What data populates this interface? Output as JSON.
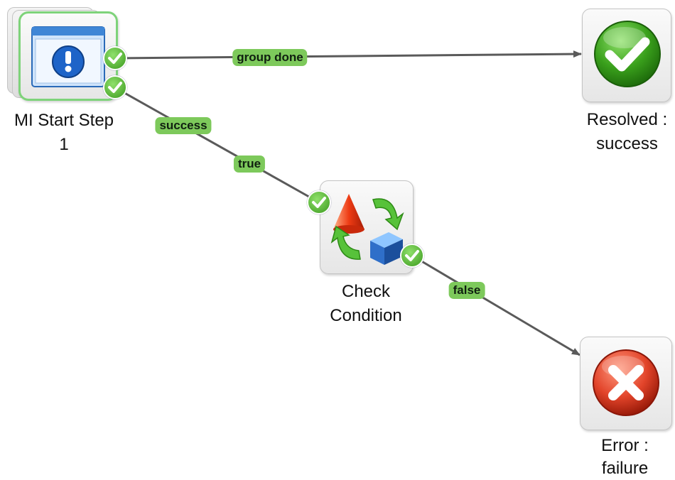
{
  "nodes": {
    "mi_start": {
      "label_line1": "MI Start Step",
      "label_line2": "1",
      "icon": "exclamation-window-icon"
    },
    "resolved": {
      "label_line1": "Resolved :",
      "label_line2": "success",
      "icon": "green-check-icon"
    },
    "check_condition": {
      "label_line1": "Check",
      "label_line2": "Condition",
      "icon": "shapes-condition-icon"
    },
    "error": {
      "label_line1": "Error :",
      "label_line2": "failure",
      "icon": "red-x-icon"
    }
  },
  "edges": {
    "group_done": "group done",
    "success": "success",
    "true": "true",
    "false": "false"
  },
  "colors": {
    "edge_label_bg": "#7dc95b",
    "arrow": "#5a5a5a",
    "selected_outline": "#7ed37a",
    "success_green": "#3aa01c",
    "error_red": "#e2442a"
  }
}
